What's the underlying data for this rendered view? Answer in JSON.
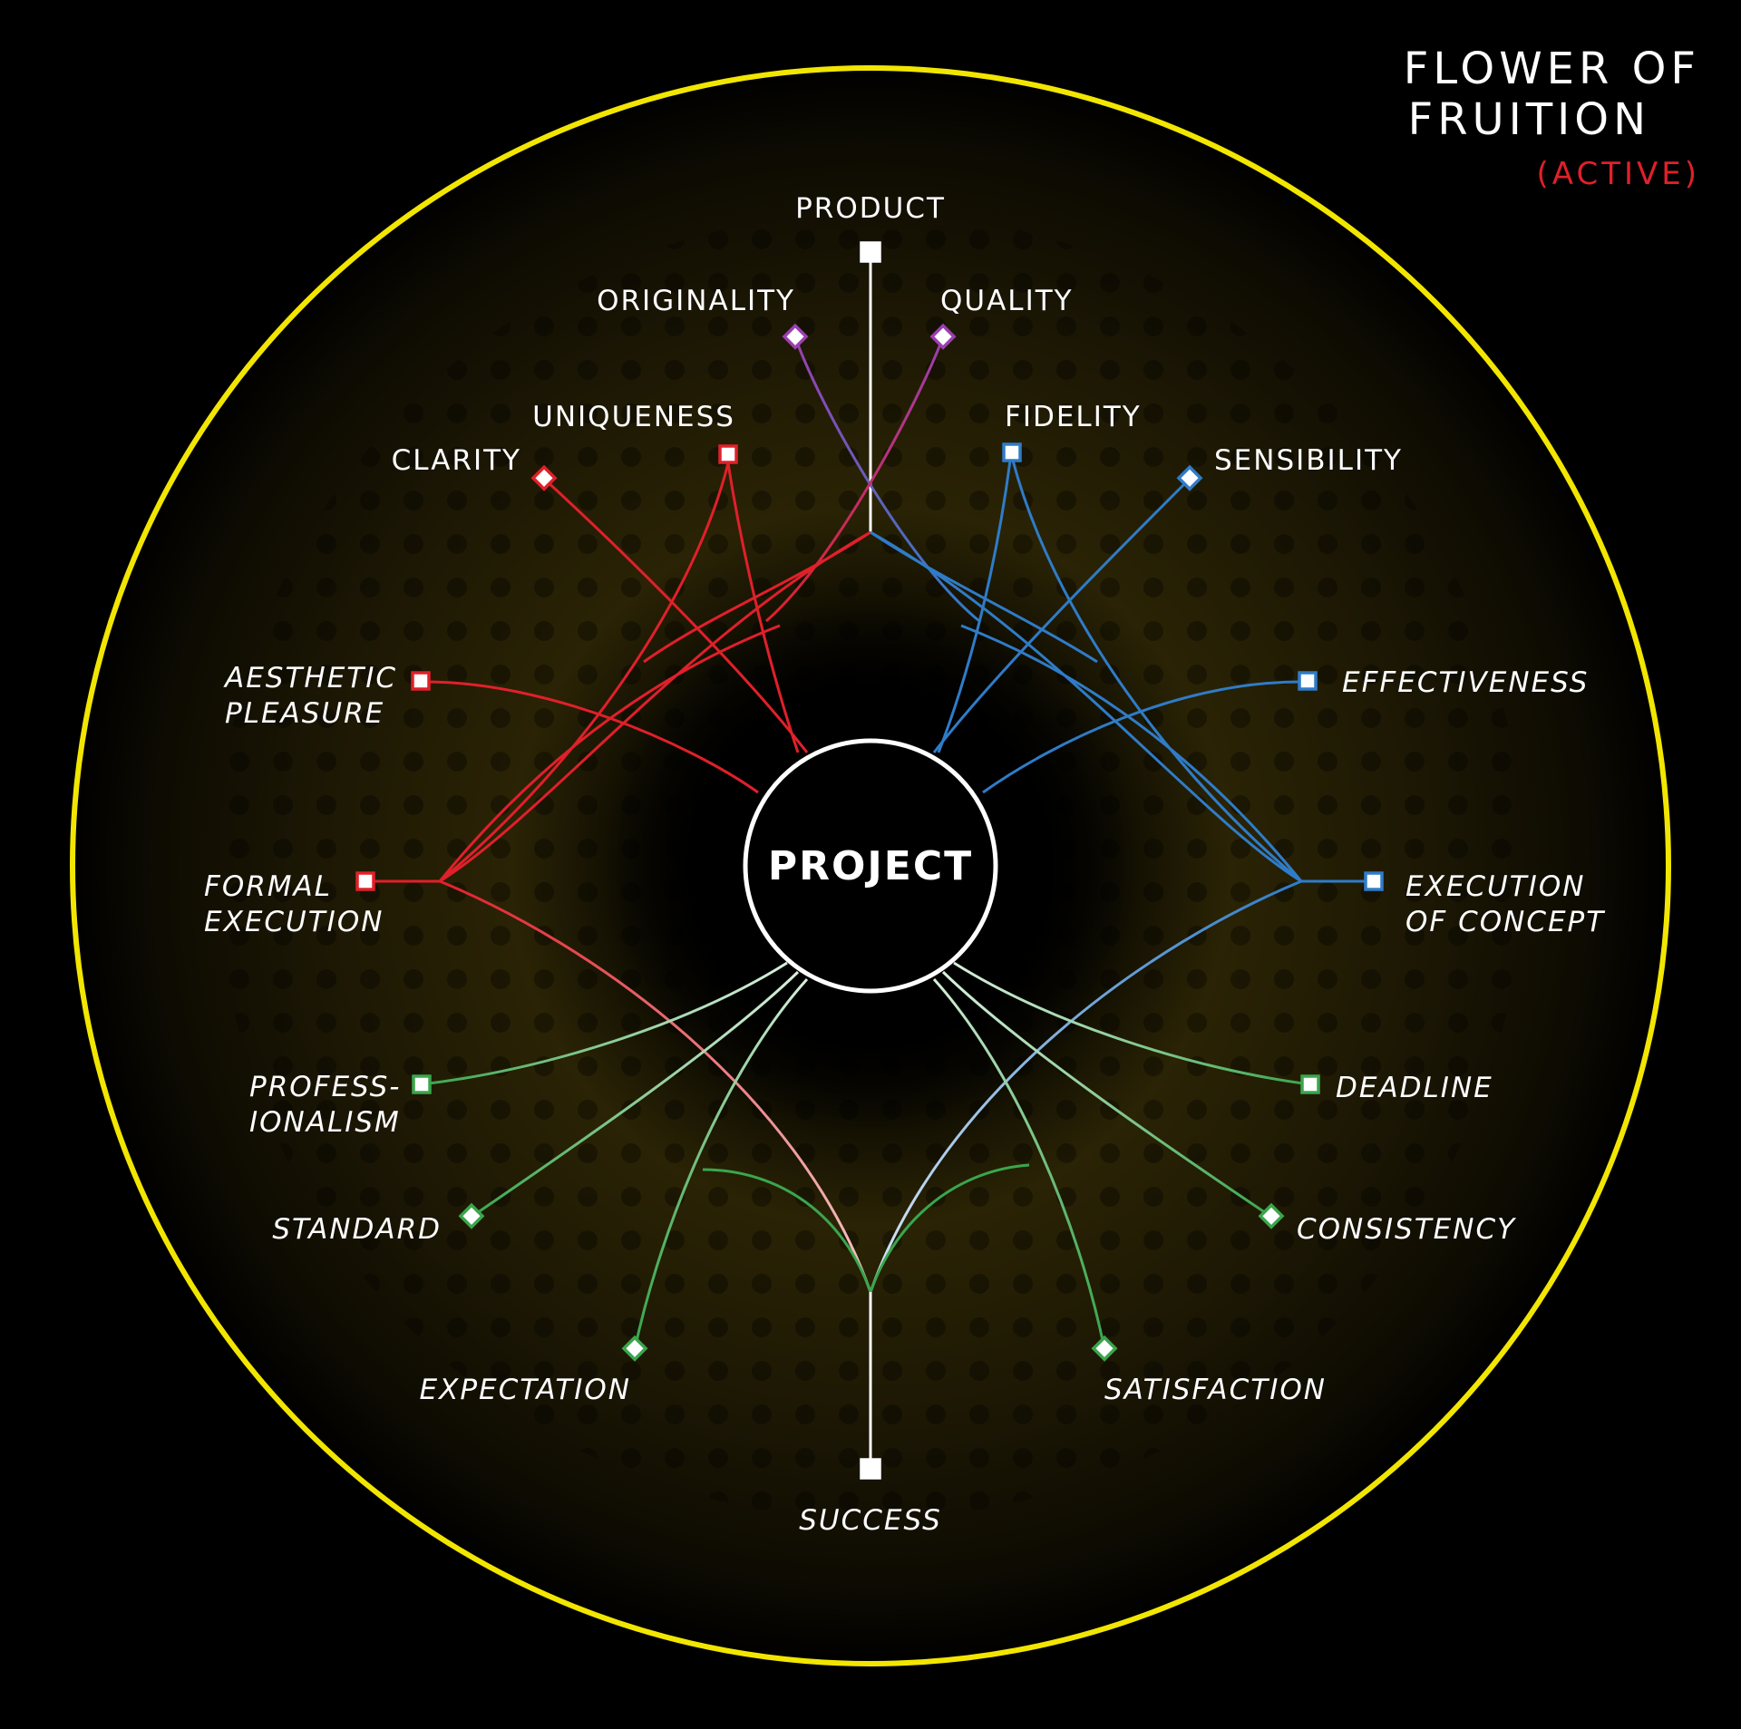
{
  "title": {
    "line1": "FLOWER OF",
    "line2": "FRUITION",
    "status": "(ACTIVE)"
  },
  "center": {
    "label": "PROJECT"
  },
  "nodes": {
    "product": "PRODUCT",
    "originality": "ORIGINALITY",
    "quality": "QUALITY",
    "uniqueness": "UNIQUENESS",
    "clarity": "CLARITY",
    "fidelity": "FIDELITY",
    "sensibility": "SENSIBILITY",
    "aesthetic_pleasure_1": "AESTHETIC",
    "aesthetic_pleasure_2": "PLEASURE",
    "effectiveness": "EFFECTIVENESS",
    "formal_execution_1": "FORMAL",
    "formal_execution_2": "EXECUTION",
    "execution_of_concept_1": "EXECUTION",
    "execution_of_concept_2": "OF CONCEPT",
    "professionalism_1": "PROFESS-",
    "professionalism_2": "IONALISM",
    "deadline": "DEADLINE",
    "standard": "STANDARD",
    "consistency": "CONSISTENCY",
    "expectation": "EXPECTATION",
    "satisfaction": "SATISFACTION",
    "success": "SUCCESS"
  },
  "colors": {
    "background": "#000000",
    "outer_ring": "#f2e600",
    "white": "#ffffff",
    "purple": "#9b3fb0",
    "red": "#e0202a",
    "blue": "#2f7cc8",
    "green": "#3aa64c",
    "title_accent": "#e0202a"
  }
}
